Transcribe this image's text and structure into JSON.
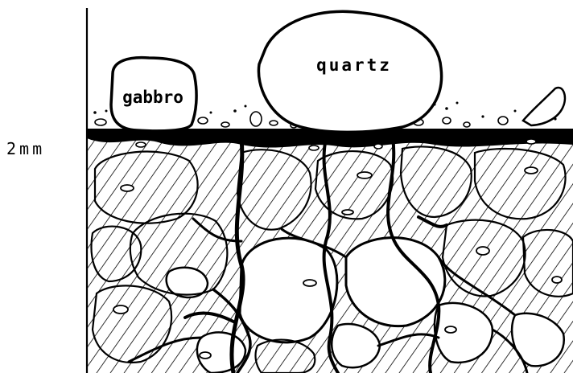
{
  "figure": {
    "labels": {
      "gabbro": "gabbro",
      "quartz": "quartz",
      "scale": "2mm"
    },
    "colors": {
      "ink": "#000000",
      "paper": "#ffffff"
    }
  }
}
